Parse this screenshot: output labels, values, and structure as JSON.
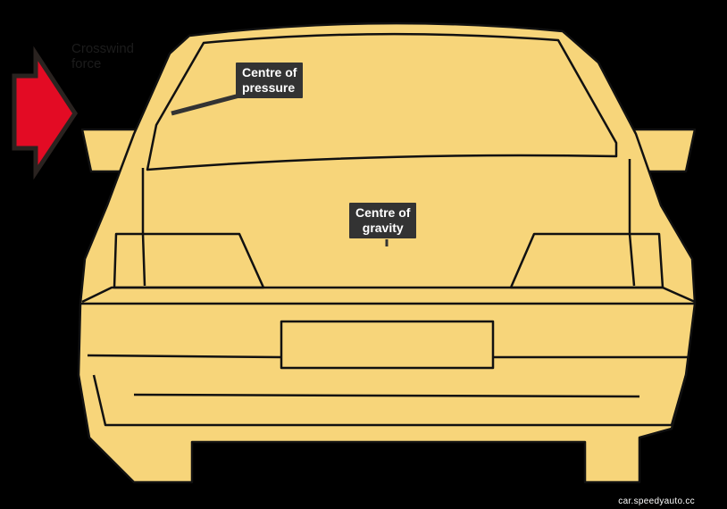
{
  "labels": {
    "pressure": "Centre of pressure",
    "pressure_line1": "Centre of",
    "pressure_line2": "pressure",
    "gravity_line1": "Centre of",
    "gravity_line2": "gravity"
  },
  "arrow_caption_line1": "Crosswind",
  "arrow_caption_line2": "force",
  "watermark": "car.speedyauto.cc",
  "colors": {
    "car_body": "#F7D57A",
    "arrow": "#E30B24",
    "outline": "#111111",
    "label_bg": "#333333"
  }
}
